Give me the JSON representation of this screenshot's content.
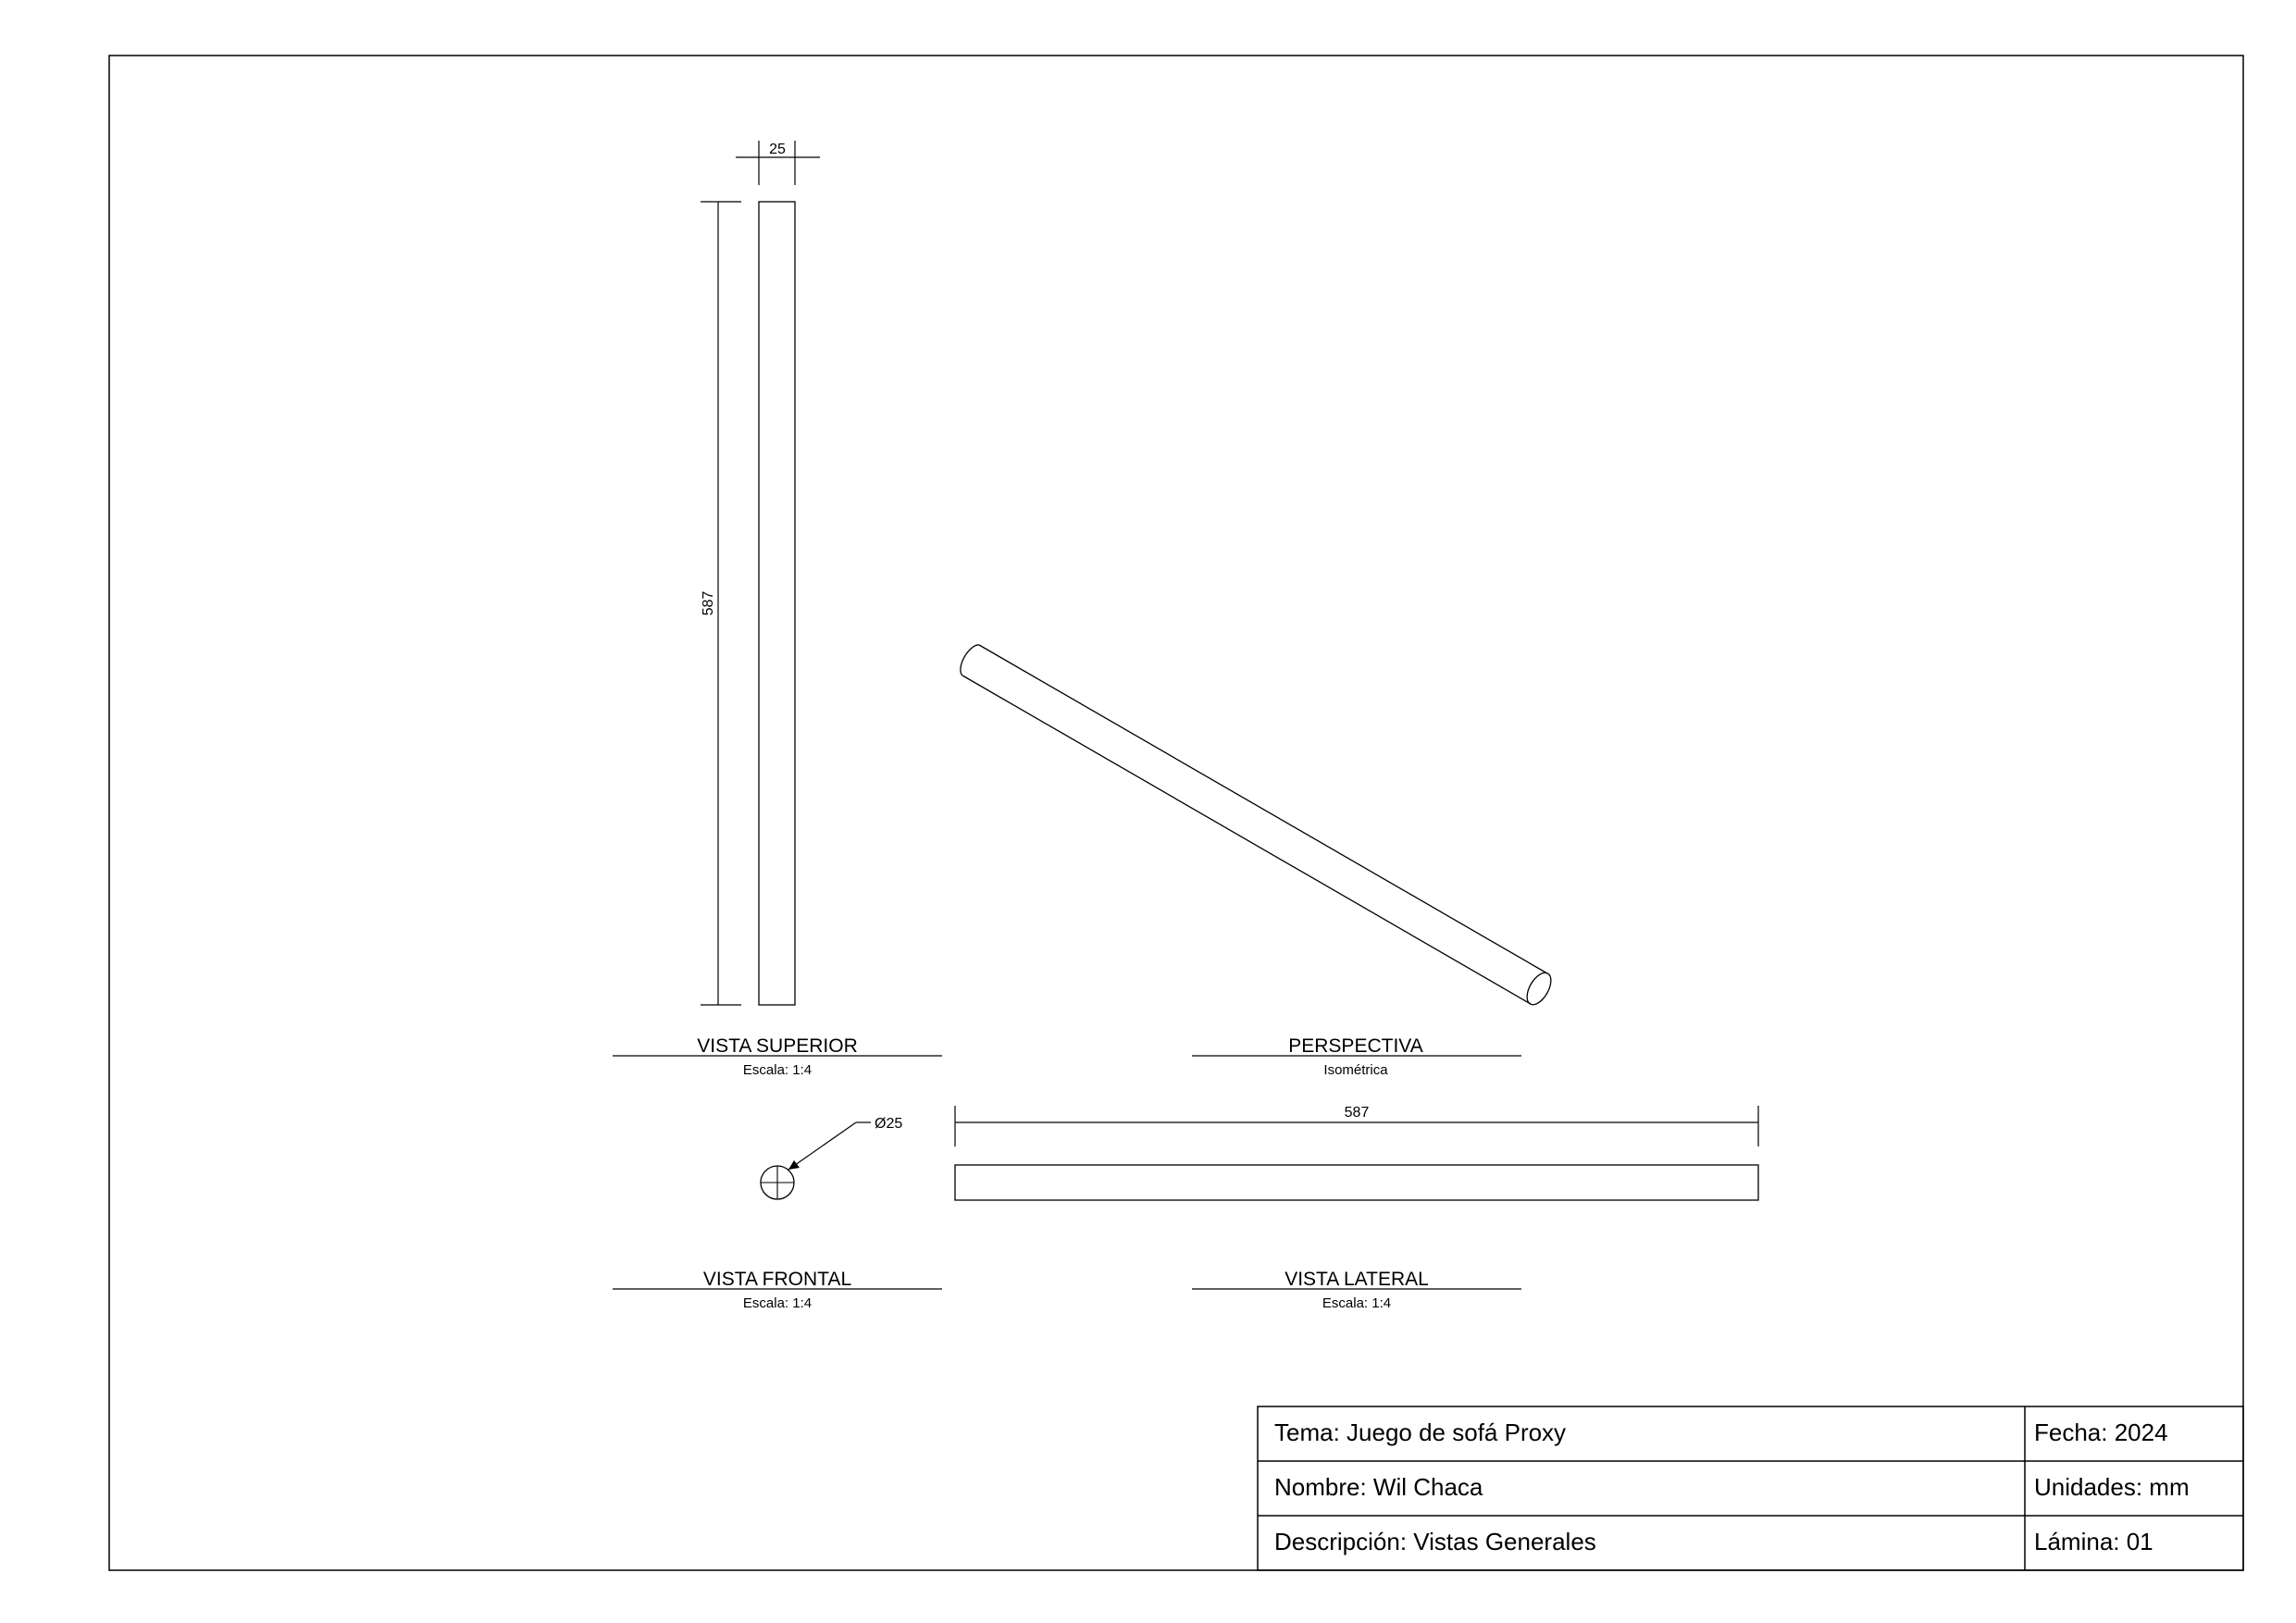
{
  "views": {
    "top": {
      "title": "VISTA SUPERIOR",
      "subtitle": "Escala:  1:4",
      "dim_width": "25",
      "dim_length": "587"
    },
    "persp": {
      "title": "PERSPECTIVA",
      "subtitle": "Isométrica"
    },
    "front": {
      "title": "VISTA FRONTAL",
      "subtitle": "Escala:  1:4",
      "dim_diameter": "Ø25"
    },
    "side": {
      "title": "VISTA LATERAL",
      "subtitle": "Escala:  1:4",
      "dim_length": "587"
    }
  },
  "title_block": {
    "tema": "Tema: Juego de sofá Proxy",
    "fecha": "Fecha: 2024",
    "nombre": "Nombre: Wil Chaca",
    "unidades": "Unidades: mm",
    "descripcion": "Descripción: Vistas Generales",
    "lamina": "Lámina: 01"
  }
}
